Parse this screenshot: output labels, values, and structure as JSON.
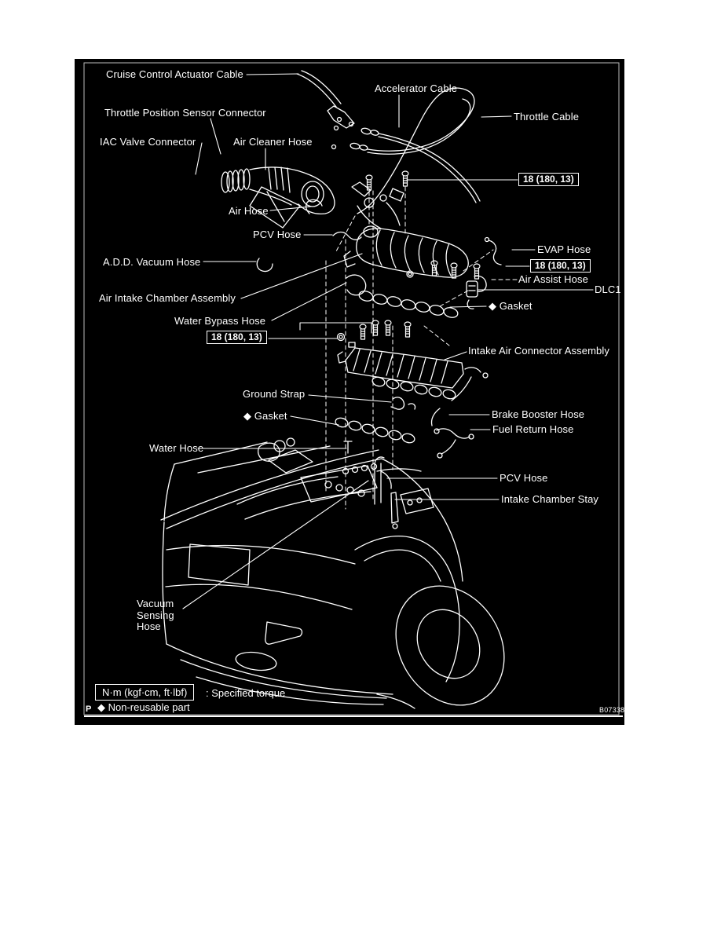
{
  "figure": {
    "code": "B07338",
    "corner_marker": "P"
  },
  "legend": {
    "torque_symbol": "N·m (kgf·cm, ft·lbf)",
    "torque_meaning": ": Specified torque",
    "non_reusable": "◆ Non-reusable part"
  },
  "torque_boxes": [
    {
      "text": "18 (180, 13)"
    },
    {
      "text": "18 (180, 13)"
    },
    {
      "text": "18 (180, 13)"
    }
  ],
  "callouts": [
    {
      "text": "Cruise Control Actuator Cable"
    },
    {
      "text": "Throttle Position Sensor Connector"
    },
    {
      "text": "IAC Valve Connector"
    },
    {
      "text": "Air Cleaner Hose"
    },
    {
      "text": "Accelerator Cable"
    },
    {
      "text": "Throttle Cable"
    },
    {
      "text": "Air Hose"
    },
    {
      "text": "PCV Hose"
    },
    {
      "text": "A.D.D. Vacuum Hose"
    },
    {
      "text": "EVAP Hose"
    },
    {
      "text": "Air Assist Hose"
    },
    {
      "text": "DLC1"
    },
    {
      "text": "Air Intake Chamber Assembly"
    },
    {
      "text": "◆ Gasket"
    },
    {
      "text": "Water Bypass Hose"
    },
    {
      "text": "Intake Air Connector Assembly"
    },
    {
      "text": "Ground Strap"
    },
    {
      "text": "◆ Gasket"
    },
    {
      "text": "Brake Booster Hose"
    },
    {
      "text": "Fuel Return Hose"
    },
    {
      "text": "Water Hose"
    },
    {
      "text": "PCV Hose"
    },
    {
      "text": "Intake Chamber Stay"
    },
    {
      "text": "Vacuum Sensing Hose"
    }
  ],
  "colors": {
    "page_background": "#ffffff",
    "panel_background": "#000000",
    "line": "#ffffff"
  }
}
